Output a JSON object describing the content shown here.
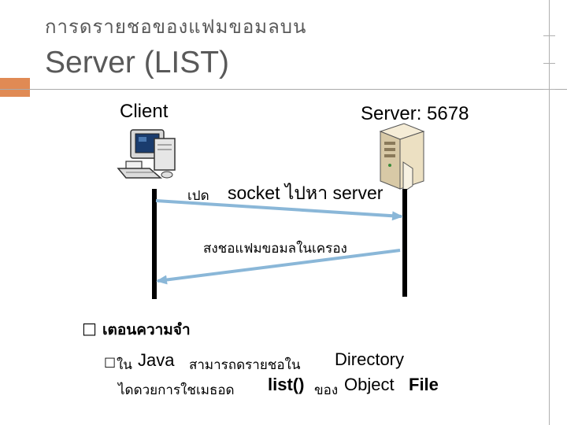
{
  "slide": {
    "subtitle": "การดรายชอของแฟมขอมลบน",
    "title": "Server (LIST)"
  },
  "diagram": {
    "client_label": "Client",
    "server_label": "Server: 5678",
    "arrow1": {
      "thai": "เปด",
      "text": "socket ไปหา server"
    },
    "arrow2": {
      "text": "สงชอแฟมขอมลในเครอง"
    }
  },
  "notes": {
    "heading": "เตอนความจำ",
    "line1": {
      "lead": "ใน",
      "java": "Java",
      "mid": "สามารถดรายชอใน",
      "tail": "Directory"
    },
    "line2": {
      "lead": "ไดดวยการใชเมธอด",
      "method": "list()",
      "of": "ของ",
      "object": "Object",
      "file": "File"
    }
  },
  "colors": {
    "accent": "#e08a54",
    "arrow": "#8ab7d8",
    "title_gray": "#595959"
  },
  "icons": {
    "client": "desktop-computer-icon",
    "server": "server-tower-icon"
  }
}
